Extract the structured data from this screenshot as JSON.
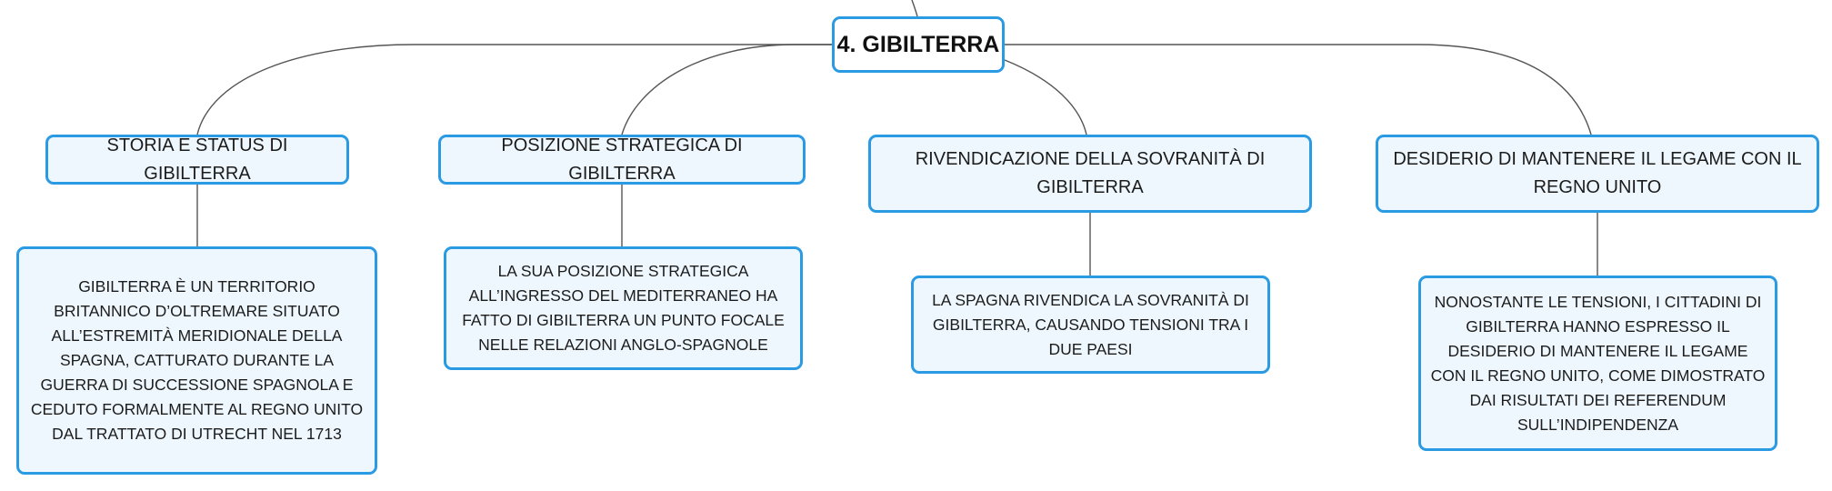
{
  "mindmap": {
    "root": {
      "label": "4. GIBILTERRA"
    },
    "topics": [
      {
        "label": "STORIA E STATUS DI GIBILTERRA",
        "detail": "GIBILTERRA È UN TERRITORIO BRITANNICO D’OLTREMARE SITUATO ALL’ESTREMITÀ MERIDIONALE DELLA SPAGNA, CATTURATO DURANTE LA GUERRA DI SUCCESSIONE SPAGNOLA E CEDUTO FORMALMENTE AL REGNO UNITO DAL TRATTATO DI UTRECHT NEL 1713"
      },
      {
        "label": "POSIZIONE STRATEGICA DI GIBILTERRA",
        "detail": "LA SUA POSIZIONE STRATEGICA ALL’INGRESSO DEL MEDITERRANEO HA FATTO DI GIBILTERRA UN PUNTO FOCALE NELLE RELAZIONI ANGLO-SPAGNOLE"
      },
      {
        "label": "RIVENDICAZIONE DELLA SOVRANITÀ DI GIBILTERRA",
        "detail": "LA SPAGNA RIVENDICA LA SOVRANITÀ DI GIBILTERRA, CAUSANDO TENSIONI TRA I DUE PAESI"
      },
      {
        "label": "DESIDERIO DI MANTENERE IL LEGAME CON IL REGNO UNITO",
        "detail": "NONOSTANTE LE TENSIONI, I CITTADINI DI GIBILTERRA HANNO ESPRESSO IL DESIDERIO DI MANTENERE IL LEGAME CON IL REGNO UNITO, COME DIMOSTRATO DAI RISULTATI DEI REFERENDUM SULL’INDIPENDENZA"
      }
    ]
  },
  "colors": {
    "node_border": "#2a9ae3",
    "node_fill": "#eef7fd",
    "connector": "#555555"
  }
}
